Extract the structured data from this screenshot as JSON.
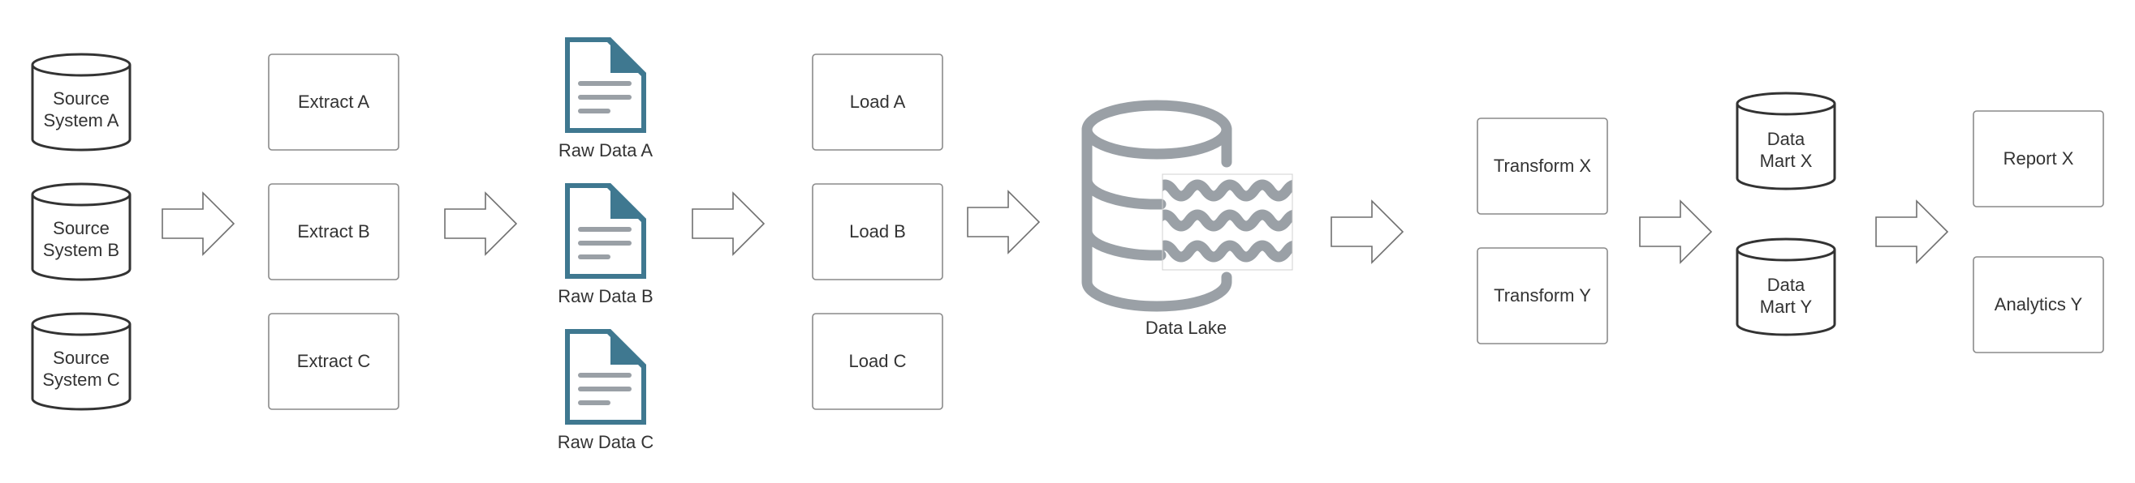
{
  "colors": {
    "document_fill": "#3f7890",
    "document_outline": "#9aa0a6",
    "lake_gray": "#9aa0a6",
    "stroke_dark": "#333333",
    "box_border": "#8a8a8a",
    "text": "#333333"
  },
  "sources": [
    {
      "line1": "Source",
      "line2": "System A"
    },
    {
      "line1": "Source",
      "line2": "System B"
    },
    {
      "line1": "Source",
      "line2": "System C"
    }
  ],
  "extract": [
    "Extract A",
    "Extract B",
    "Extract C"
  ],
  "raw_data": [
    "Raw Data A",
    "Raw Data B",
    "Raw Data C"
  ],
  "load": [
    "Load A",
    "Load B",
    "Load C"
  ],
  "data_lake": {
    "label": "Data Lake",
    "icon": "database-lake-icon"
  },
  "transform": [
    "Transform X",
    "Transform Y"
  ],
  "data_marts": [
    {
      "line1": "Data",
      "line2": "Mart X"
    },
    {
      "line1": "Data",
      "line2": "Mart Y"
    }
  ],
  "outputs": [
    "Report X",
    "Analytics Y"
  ],
  "icons": {
    "arrow": "right-arrow-icon",
    "document": "document-icon",
    "cylinder": "database-cylinder-icon"
  }
}
